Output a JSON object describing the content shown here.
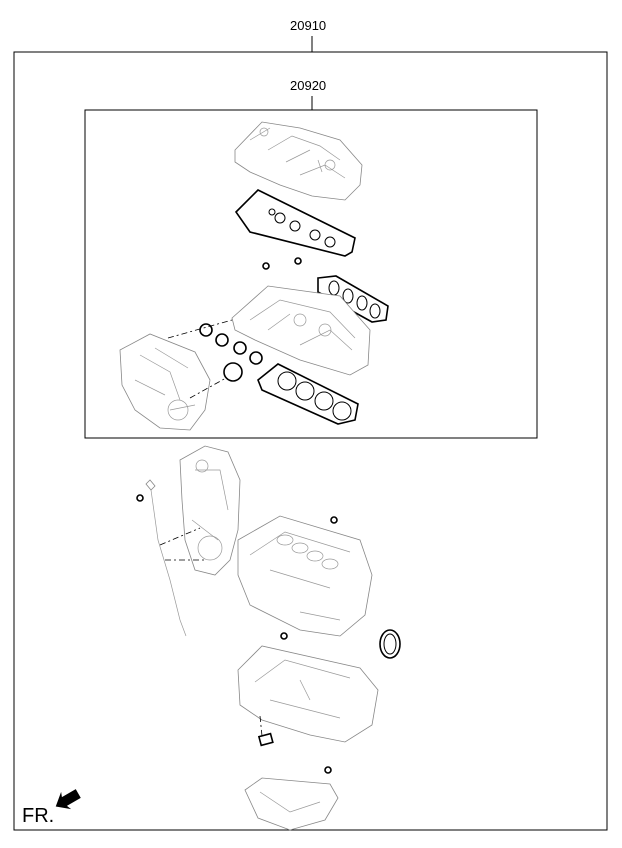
{
  "diagram": {
    "outer_label": "20910",
    "inner_label": "20920",
    "direction_label": "FR."
  }
}
